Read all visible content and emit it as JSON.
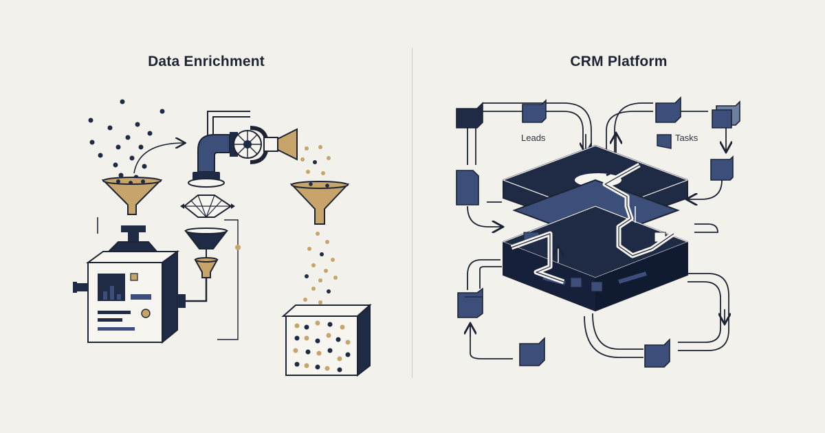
{
  "left_panel": {
    "title": "Data Enrichment"
  },
  "right_panel": {
    "title": "CRM Platform",
    "labels": {
      "leads": "Leads",
      "tasks": "Tasks"
    }
  },
  "colors": {
    "navy": "#1f2a44",
    "slate": "#3c4f7a",
    "gold": "#c7a46a",
    "stroke": "#1c2333",
    "background": "#f3f1ec"
  },
  "icons": [
    "funnel-icon",
    "pipe-icon",
    "turbine-icon",
    "machine-icon",
    "bin-icon",
    "cube-icon",
    "document-icon",
    "platform-icon"
  ]
}
